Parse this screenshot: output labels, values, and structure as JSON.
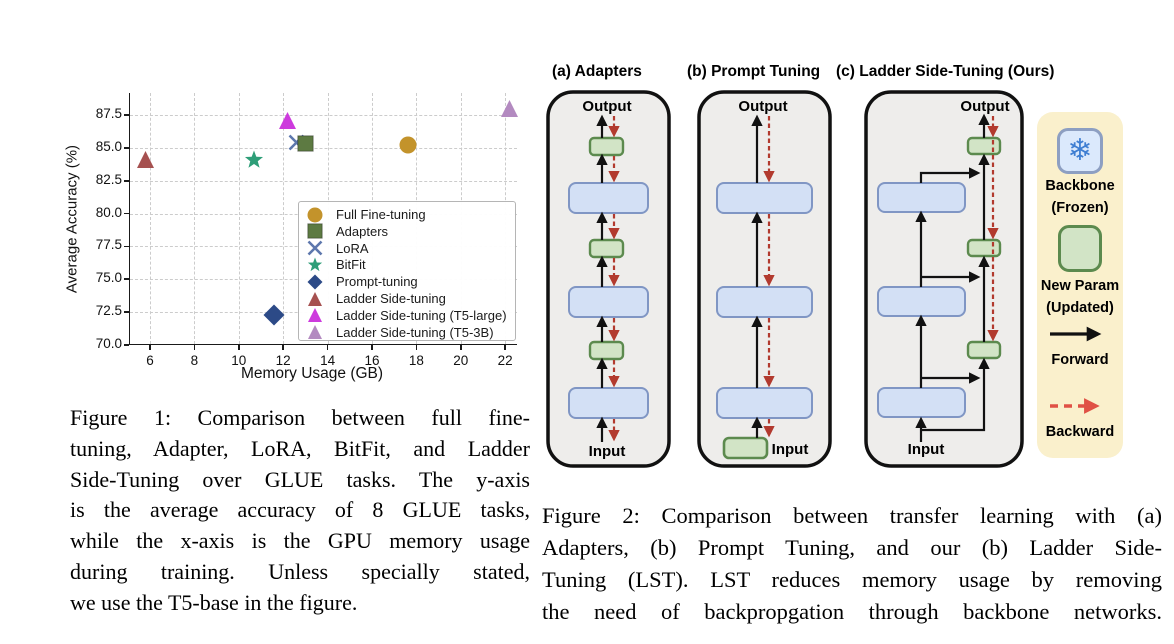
{
  "figure1": {
    "caption_lines": [
      "Figure 1: Comparison between full fine-",
      "tuning, Adapter, LoRA, BitFit, and Ladder",
      "Side-Tuning over GLUE tasks. The y-axis",
      "is the average accuracy of 8 GLUE tasks,",
      "while the x-axis is the GPU memory usage",
      "during training. Unless specially stated,",
      "we use the T5-base in the figure."
    ]
  },
  "chart_data": {
    "type": "scatter",
    "title": "",
    "xlabel": "Memory Usage (GB)",
    "ylabel": "Average Accuracy (%)",
    "xlim": [
      5.1,
      22.6
    ],
    "ylim": [
      70.0,
      88.9
    ],
    "xticks": [
      6,
      8,
      10,
      12,
      14,
      16,
      18,
      20,
      22
    ],
    "yticks": [
      70.0,
      72.5,
      75.0,
      77.5,
      80.0,
      82.5,
      85.0,
      87.5
    ],
    "grid": true,
    "legend_position": "lower center-right",
    "series": [
      {
        "name": "Full Fine-tuning",
        "marker": "circle",
        "color": "#c3932b",
        "x": 17.6,
        "y": 85.2
      },
      {
        "name": "Adapters",
        "marker": "square",
        "color": "#5d7a42",
        "x": 13.0,
        "y": 85.3
      },
      {
        "name": "LoRA",
        "marker": "x",
        "color": "#5d77ad",
        "x": 12.6,
        "y": 85.4
      },
      {
        "name": "BitFit",
        "marker": "star",
        "color": "#2e9e78",
        "x": 10.7,
        "y": 84.1
      },
      {
        "name": "Prompt-tuning",
        "marker": "diamond",
        "color": "#2c4a87",
        "x": 11.6,
        "y": 72.3
      },
      {
        "name": "Ladder Side-tuning",
        "marker": "triangle",
        "color": "#a65150",
        "x": 5.8,
        "y": 84.1
      },
      {
        "name": "Ladder Side-tuning (T5-large)",
        "marker": "triangle",
        "color": "#cd3add",
        "x": 12.2,
        "y": 87.1
      },
      {
        "name": "Ladder Side-tuning (T5-3B)",
        "marker": "triangle",
        "color": "#b38ac0",
        "x": 22.2,
        "y": 88.0
      }
    ]
  },
  "figure2": {
    "panels": [
      {
        "title": "(a) Adapters",
        "output_label": "Output",
        "input_label": "Input"
      },
      {
        "title": "(b) Prompt Tuning",
        "output_label": "Output",
        "input_label": "Input"
      },
      {
        "title": "(c) Ladder Side-Tuning (Ours)",
        "output_label": "Output",
        "input_label": "Input"
      }
    ],
    "legend": {
      "backbone_line1": "Backbone",
      "backbone_line2": "(Frozen)",
      "newparam_line1": "New Param",
      "newparam_line2": "(Updated)",
      "forward_label": "Forward",
      "backward_label": "Backward",
      "snowflake_icon": "snowflake"
    },
    "caption_lines": [
      "Figure 2: Comparison between transfer learning with (a)",
      "Adapters, (b) Prompt Tuning, and our (b) Ladder Side-",
      "Tuning (LST). LST reduces memory usage by removing",
      "the need of backpropgation through backbone networks."
    ]
  },
  "colors": {
    "page_bg": "#ffffff",
    "axis": "#1a1a1a",
    "grid": "#cccccc",
    "panel_bg": "#eeedeb",
    "panel_border": "#111111",
    "blue_box_fill": "#d3e0f5",
    "blue_box_border": "#8096c4",
    "green_box_fill": "#d2e4c6",
    "green_box_border": "#5c8a4e",
    "forward_arrow": "#111111",
    "backward_arrow": "#b23a2e",
    "legend_bg": "#faf0cc",
    "snow_box_fill": "#dbe9fc",
    "snow_box_border": "#8d9fc2",
    "snowflake": "#3e7ed2",
    "backward_legend": "#e05145"
  }
}
